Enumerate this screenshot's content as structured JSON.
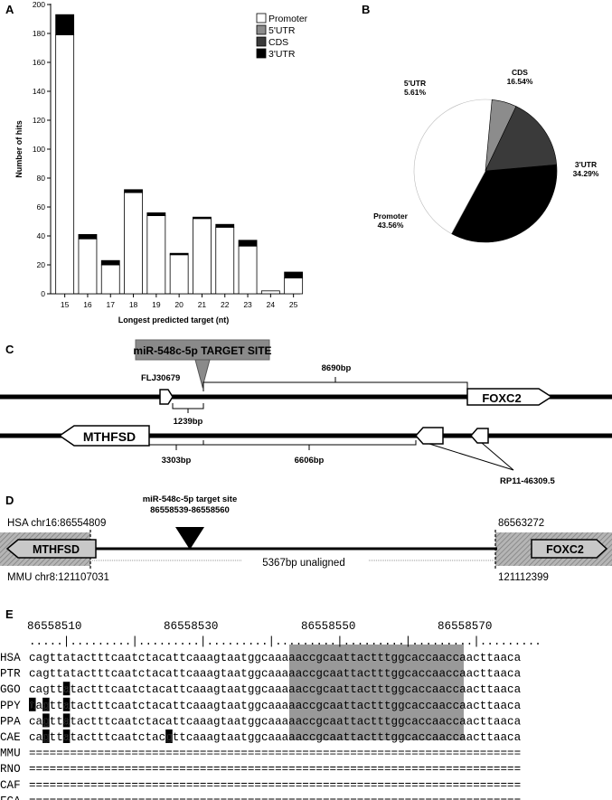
{
  "panels": {
    "A": "A",
    "B": "B",
    "C": "C",
    "D": "D",
    "E": "E"
  },
  "colors": {
    "promoter": "#ffffff",
    "utr5": "#8c8c8c",
    "cds": "#3a3a3a",
    "utr3": "#000000"
  },
  "chart_data": [
    {
      "type": "bar",
      "stacked": true,
      "xlabel": "Longest predicted target (nt)",
      "ylabel": "Number of hits",
      "ylim": [
        0,
        200
      ],
      "yticks": [
        "0",
        "20",
        "40",
        "60",
        "80",
        "100",
        "120",
        "140",
        "160",
        "180",
        "200"
      ],
      "categories": [
        "15",
        "16",
        "17",
        "18",
        "19",
        "20",
        "21",
        "22",
        "23",
        "24",
        "25"
      ],
      "series": [
        {
          "name": "Promoter",
          "values": [
            179,
            38,
            20,
            70,
            54,
            27,
            52,
            46,
            33,
            2,
            11
          ]
        },
        {
          "name": "5'UTR",
          "values": [
            0,
            0,
            0,
            0,
            0,
            0,
            0,
            0,
            0,
            0,
            0
          ]
        },
        {
          "name": "CDS",
          "values": [
            0,
            0,
            0,
            0,
            0,
            0,
            0,
            0,
            0,
            0,
            0
          ]
        },
        {
          "name": "3'UTR",
          "values": [
            14,
            3,
            3,
            2,
            2,
            1,
            1,
            2,
            4,
            0,
            4
          ]
        }
      ],
      "legend": [
        "Promoter",
        "5'UTR",
        "CDS",
        "3'UTR"
      ],
      "legend_position": "top-right"
    },
    {
      "type": "pie",
      "slices": [
        {
          "name": "Promoter",
          "value": 43.56,
          "label": "Promoter\n43.56%"
        },
        {
          "name": "5'UTR",
          "value": 5.61,
          "label": "5'UTR\n5.61%"
        },
        {
          "name": "CDS",
          "value": 16.54,
          "label": "CDS\n16.54%"
        },
        {
          "name": "3'UTR",
          "value": 34.29,
          "label": "3'UTR\n34.29%"
        }
      ]
    }
  ],
  "panel_c": {
    "target_site": "miR-548c-5p TARGET SITE",
    "flj": "FLJ30679",
    "foxc2": "FOXC2",
    "mthfsd": "MTHFSD",
    "rp11": "RP11-46309.5",
    "d8690": "8690bp",
    "d1239": "1239bp",
    "d3303": "3303bp",
    "d6606": "6606bp"
  },
  "panel_d": {
    "target_line1": "miR-548c-5p target site",
    "target_line2": "86558539-86558560",
    "hsa": "HSA chr16:86554809",
    "hsa_end": "86563272",
    "mmu": "MMU chr8:121107031",
    "mmu_end": "121112399",
    "unaligned": "5367bp unaligned",
    "mthfsd": "MTHFSD",
    "foxc2": "FOXC2"
  },
  "panel_e": {
    "positions": [
      "86558510",
      "86558530",
      "86558550",
      "86558570"
    ],
    "ruler": ".....|.........|.........|.........|.........|.........|.........|.........",
    "rows": [
      {
        "species": "HSA",
        "seq": "cagttatactttcaatctacattcaaagtaatggcaaaaaccgcaattactttggcaccaaccaacttaaca"
      },
      {
        "species": "PTR",
        "seq": "cagttatactttcaatctacattcaaagtaatggcaaaaaccgcaattactttggcaccaaccaacttaaca"
      },
      {
        "species": "GGO",
        "seq": "cagttatactttcaatctacattcaaagtaatggcaaaaaccgcaattactttggcaccaaccaacttaaca"
      },
      {
        "species": "PPY",
        "seq": "tagttatactttcaatctacattcaaagtaatggcaaaaaccgcaattactttggcaccaaccaacttaaca"
      },
      {
        "species": "PPA",
        "seq": "cagttatactttcaatctacattcaaagtaatggcaaaaaccgcaattactttggcaccaaccaacttaaca"
      },
      {
        "species": "CAE",
        "seq": "cagttatactttcaatctacgttcaaagtaatggcaaaaaccgcaattactttggcaccaaccaacttaaca"
      },
      {
        "species": "MMU",
        "seq": "========================================================================"
      },
      {
        "species": "RNO",
        "seq": "========================================================================"
      },
      {
        "species": "CAF",
        "seq": "========================================================================"
      },
      {
        "species": "FCA",
        "seq": "========================================================================"
      }
    ],
    "highlights": [
      {
        "row": 2,
        "col": 5
      },
      {
        "row": 3,
        "col": 0
      },
      {
        "row": 3,
        "col": 2
      },
      {
        "row": 3,
        "col": 5
      },
      {
        "row": 4,
        "col": 2
      },
      {
        "row": 4,
        "col": 5
      },
      {
        "row": 5,
        "col": 2
      },
      {
        "row": 5,
        "col": 5
      },
      {
        "row": 5,
        "col": 20
      }
    ]
  }
}
